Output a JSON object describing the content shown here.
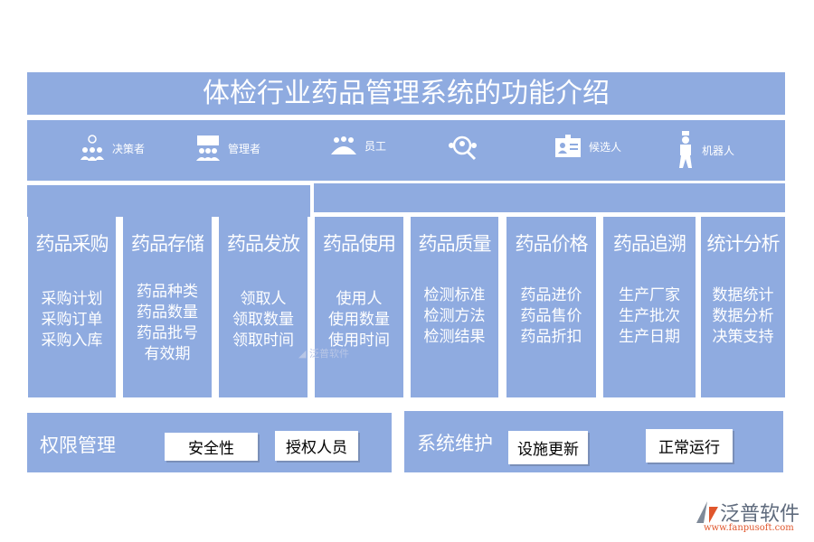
{
  "title": "体检行业药品管理系统的功能介绍",
  "roles": [
    {
      "label": "决策者",
      "icon": "decision-maker-icon"
    },
    {
      "label": "管理者",
      "icon": "manager-icon"
    },
    {
      "label": "员工",
      "icon": "staff-icon"
    },
    {
      "label": "",
      "icon": "search-people-icon"
    },
    {
      "label": "候选人",
      "icon": "candidate-card-icon"
    },
    {
      "label": "机器人",
      "icon": "robot-icon"
    }
  ],
  "modules": [
    {
      "title": "药品采购",
      "items": [
        "采购计划",
        "采购订单",
        "采购入库"
      ]
    },
    {
      "title": "药品存储",
      "items": [
        "药品种类",
        "药品数量",
        "药品批号",
        "有效期"
      ]
    },
    {
      "title": "药品发放",
      "items": [
        "领取人",
        "领取数量",
        "领取时间"
      ]
    },
    {
      "title": "药品使用",
      "items": [
        "使用人",
        "使用数量",
        "使用时间"
      ]
    },
    {
      "title": "药品质量",
      "items": [
        "检测标准",
        "检测方法",
        "检测结果"
      ]
    },
    {
      "title": "药品价格",
      "items": [
        "药品进价",
        "药品售价",
        "药品折扣"
      ]
    },
    {
      "title": "药品追溯",
      "items": [
        "生产厂家",
        "生产批次",
        "生产日期"
      ]
    },
    {
      "title": "统计分析",
      "items": [
        "数据统计",
        "数据分析",
        "决策支持"
      ]
    }
  ],
  "permission": {
    "label": "权限管理",
    "buttons": [
      "安全性",
      "授权人员"
    ]
  },
  "maintenance": {
    "label": "系统维护",
    "buttons": [
      "设施更新",
      "正常运行"
    ]
  },
  "logo": {
    "name": "泛普软件",
    "url": "www.fanpusoft.com"
  },
  "watermark": "泛普软件",
  "colors": {
    "block": "#8fabe0",
    "text": "#ffffff",
    "logo_red": "#e0562c"
  }
}
